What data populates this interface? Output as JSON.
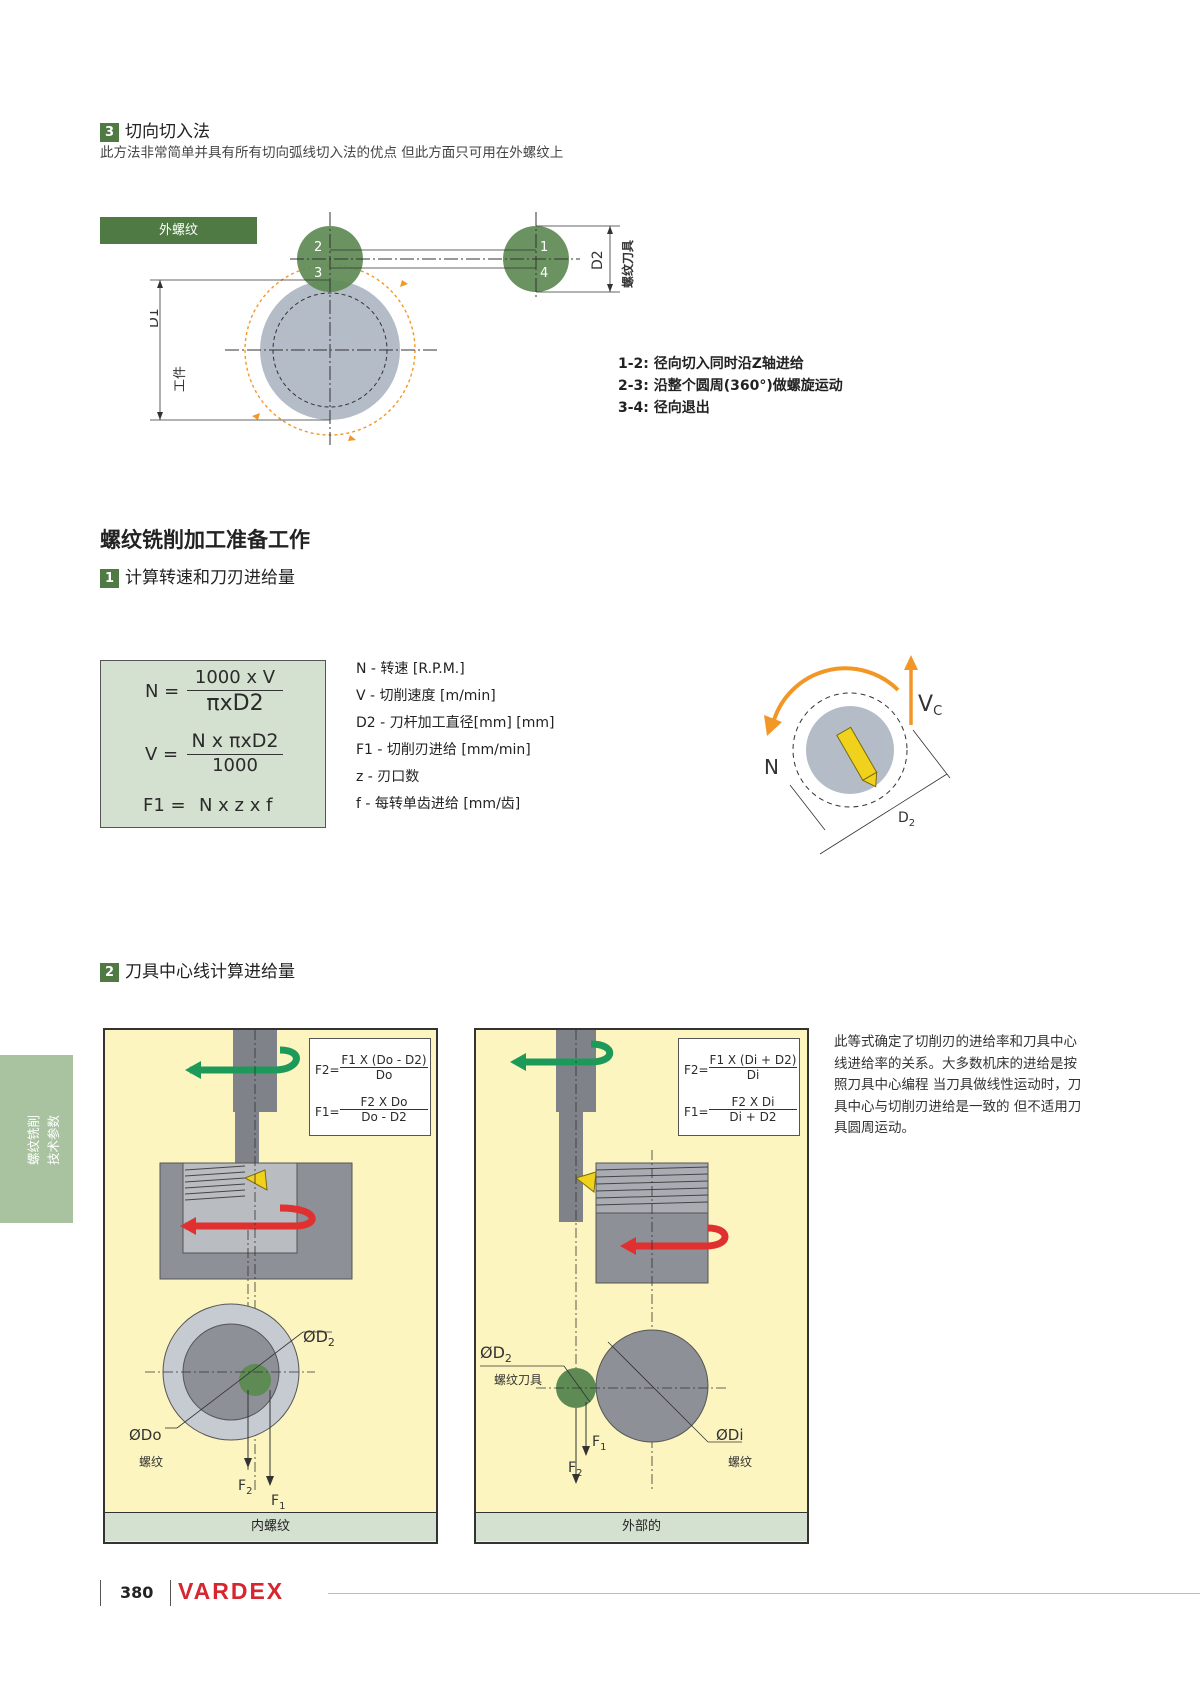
{
  "section3": {
    "badge": "3",
    "title": "切向切入法",
    "subtitle": "此方法非常简单并具有所有切向弧线切入法的优点 但此方面只可用在外螺纹上",
    "tag": "外螺纹",
    "dim_d1": "D1",
    "label_workpiece": "工件",
    "dim_d2": "D2",
    "label_tool": "螺纹刀具",
    "points": [
      "1",
      "2",
      "3",
      "4"
    ],
    "steps": [
      "1-2: 径向切入同时沿Z轴进给",
      "2-3: 沿整个圆周(360°)做螺旋运动",
      "3-4: 径向退出"
    ]
  },
  "prep": {
    "title": "螺纹铣削加工准备工作"
  },
  "section1": {
    "badge": "1",
    "title": "计算转速和刀刃进给量",
    "formula_n_lhs": "N =",
    "formula_n_num": "1000 x V",
    "formula_n_den": "πxD2",
    "formula_v_lhs": "V =",
    "formula_v_num": "N x πxD2",
    "formula_v_den": "1000",
    "formula_f1_lhs": "F1 =",
    "formula_f1_rhs": "N x z x f",
    "legend": [
      "N - 转速 [R.P.M.]",
      "V - 切削速度 [m/min]",
      "D2 - 刀杆加工直径[mm] [mm]",
      "F1 - 切削刃进给 [mm/min]",
      "z - 刃口数",
      "f - 每转单齿进给 [mm/齿]"
    ],
    "diagram_n": "N",
    "diagram_vc": "V",
    "diagram_vc_sub": "C",
    "diagram_d2": "D",
    "diagram_d2_sub": "2"
  },
  "section2": {
    "badge": "2",
    "title": "刀具中心线计算进给量",
    "internal": {
      "f2_lhs": "F2=",
      "f2_num": "F1 X (Do - D2)",
      "f2_den": "Do",
      "f1_lhs": "F1=",
      "f1_num": "F2 X Do",
      "f1_den": "Do - D2",
      "label_d2": "ØD",
      "label_d2_sub": "2",
      "label_do": "ØDo",
      "label_thread": "螺纹",
      "label_f2": "F",
      "label_f2_sub": "2",
      "label_f1": "F",
      "label_f1_sub": "1",
      "footer": "内螺纹"
    },
    "external": {
      "f2_lhs": "F2=",
      "f2_num": "F1 X (Di + D2)",
      "f2_den": "Di",
      "f1_lhs": "F1=",
      "f1_num": "F2 X Di",
      "f1_den": "Di + D2",
      "label_d2": "ØD",
      "label_d2_sub": "2",
      "label_tool": "螺纹刀具",
      "label_di": "ØDi",
      "label_thread": "螺纹",
      "label_f1": "F",
      "label_f1_sub": "1",
      "label_f2": "F",
      "label_f2_sub": "2",
      "footer": "外部的"
    },
    "description": "此等式确定了切削刃的进给率和刀具中心线进给率的关系。大多数机床的进给是按照刀具中心编程 当刀具做线性运动时，刀具中心与切削刃进给是一致的 但不适用刀具圆周运动。"
  },
  "side_tab": {
    "line1": "螺纹铣削",
    "line2": "技术参数"
  },
  "footer": {
    "page_number": "380",
    "brand": "VARDEX"
  },
  "colors": {
    "green": "#4f7a43",
    "light_green": "#d4e0d0",
    "panel_yellow": "#fdf5bf",
    "brand_red": "#d6262f",
    "orange": "#f29727"
  }
}
